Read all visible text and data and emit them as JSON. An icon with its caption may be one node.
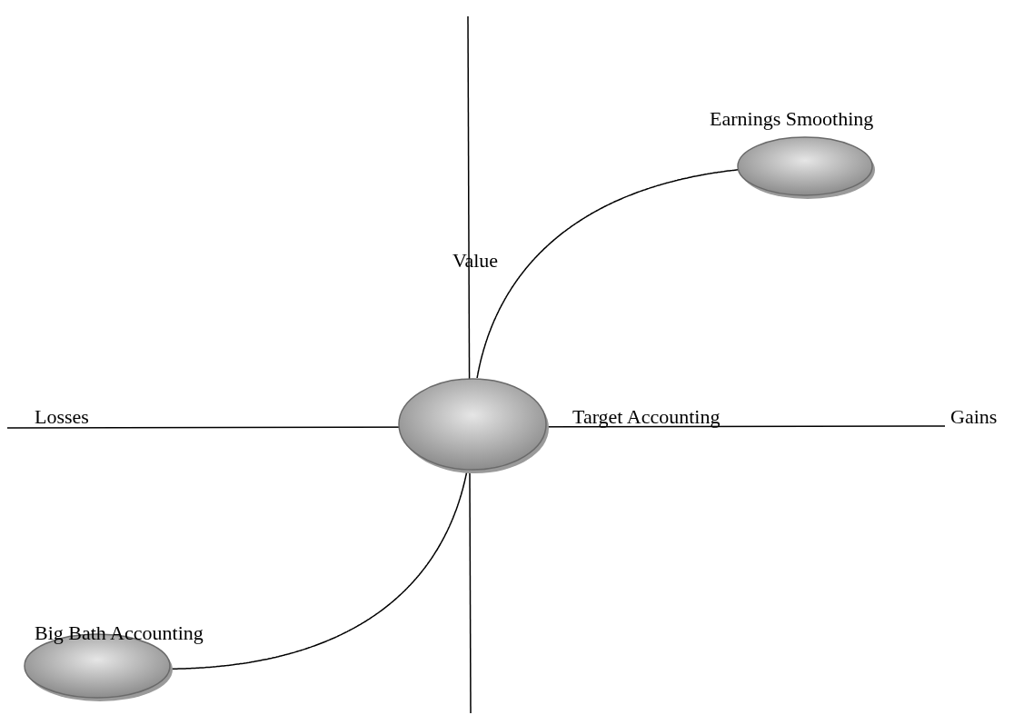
{
  "diagram": {
    "nodes": [
      {
        "text": [
          "Earnings Smoothing"
        ]
      },
      {
        "text": [
          "Target Accounting"
        ]
      },
      {
        "text": [
          "Big Bath Accounting"
        ]
      }
    ],
    "edges": [
      {
        "from": 2,
        "to": 1,
        "arrow": "none"
      },
      {
        "from": 1,
        "to": 0,
        "arrow": "none"
      }
    ],
    "labels": [
      "Value",
      "Losses",
      "Gains"
    ]
  }
}
